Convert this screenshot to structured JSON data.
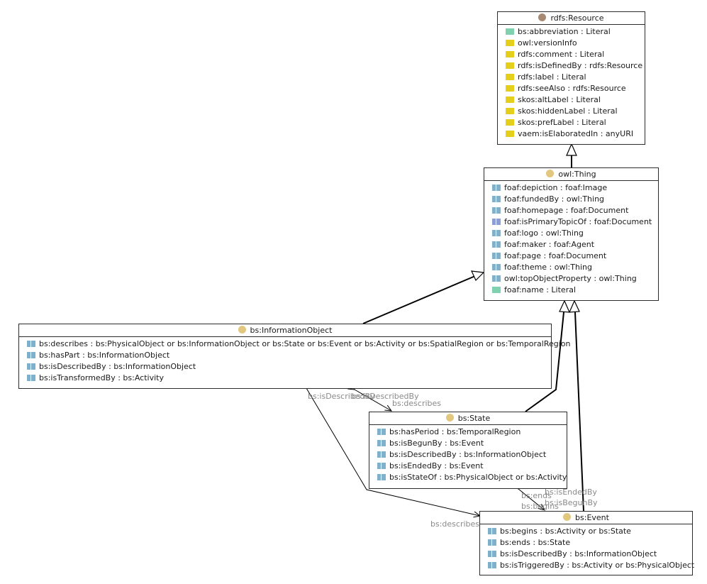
{
  "colors": {
    "class_dot": "#e2c77f",
    "resource_dot": "#a88a73",
    "object_property": "#7fb0cc",
    "datatype_property": "#7fd1b0",
    "annotation_property": "#e3cf1c",
    "inverse_functional_property": "#8d9ed6",
    "line": "#000000",
    "label": "#8a8a8a"
  },
  "classes": {
    "resource": {
      "title": "rdfs:Resource",
      "properties": [
        {
          "text": "bs:abbreviation : Literal",
          "kind": "datatype_property"
        },
        {
          "text": "owl:versionInfo",
          "kind": "annotation_property"
        },
        {
          "text": "rdfs:comment : Literal",
          "kind": "annotation_property"
        },
        {
          "text": "rdfs:isDefinedBy : rdfs:Resource",
          "kind": "annotation_property"
        },
        {
          "text": "rdfs:label : Literal",
          "kind": "annotation_property"
        },
        {
          "text": "rdfs:seeAlso : rdfs:Resource",
          "kind": "annotation_property"
        },
        {
          "text": "skos:altLabel : Literal",
          "kind": "annotation_property"
        },
        {
          "text": "skos:hiddenLabel : Literal",
          "kind": "annotation_property"
        },
        {
          "text": "skos:prefLabel : Literal",
          "kind": "annotation_property"
        },
        {
          "text": "vaem:isElaboratedIn : anyURI",
          "kind": "annotation_property"
        }
      ]
    },
    "thing": {
      "title": "owl:Thing",
      "properties": [
        {
          "text": "foaf:depiction : foaf:Image",
          "kind": "object_property"
        },
        {
          "text": "foaf:fundedBy : owl:Thing",
          "kind": "object_property"
        },
        {
          "text": "foaf:homepage : foaf:Document",
          "kind": "object_property"
        },
        {
          "text": "foaf:isPrimaryTopicOf : foaf:Document",
          "kind": "inverse_functional_property"
        },
        {
          "text": "foaf:logo : owl:Thing",
          "kind": "object_property"
        },
        {
          "text": "foaf:maker : foaf:Agent",
          "kind": "object_property"
        },
        {
          "text": "foaf:page : foaf:Document",
          "kind": "object_property"
        },
        {
          "text": "foaf:theme : owl:Thing",
          "kind": "object_property"
        },
        {
          "text": "owl:topObjectProperty : owl:Thing",
          "kind": "object_property"
        },
        {
          "text": "foaf:name : Literal",
          "kind": "datatype_property"
        }
      ]
    },
    "information_object": {
      "title": "bs:InformationObject",
      "properties": [
        {
          "text": "bs:describes : bs:PhysicalObject or bs:InformationObject or bs:State or bs:Event or bs:Activity or bs:SpatialRegion or bs:TemporalRegion",
          "kind": "object_property"
        },
        {
          "text": "bs:hasPart : bs:InformationObject",
          "kind": "object_property"
        },
        {
          "text": "bs:isDescribedBy : bs:InformationObject",
          "kind": "object_property"
        },
        {
          "text": "bs:isTransformedBy : bs:Activity",
          "kind": "object_property"
        }
      ]
    },
    "state": {
      "title": "bs:State",
      "properties": [
        {
          "text": "bs:hasPeriod : bs:TemporalRegion",
          "kind": "object_property"
        },
        {
          "text": "bs:isBegunBy : bs:Event",
          "kind": "object_property"
        },
        {
          "text": "bs:isDescribedBy : bs:InformationObject",
          "kind": "object_property"
        },
        {
          "text": "bs:isEndedBy : bs:Event",
          "kind": "object_property"
        },
        {
          "text": "bs:isStateOf : bs:PhysicalObject or bs:Activity",
          "kind": "object_property"
        }
      ]
    },
    "event": {
      "title": "bs:Event",
      "properties": [
        {
          "text": "bs:begins : bs:Activity or bs:State",
          "kind": "object_property"
        },
        {
          "text": "bs:ends : bs:State",
          "kind": "object_property"
        },
        {
          "text": "bs:isDescribedBy : bs:InformationObject",
          "kind": "object_property"
        },
        {
          "text": "bs:isTriggeredBy : bs:Activity or bs:PhysicalObject",
          "kind": "object_property"
        }
      ]
    }
  },
  "edge_labels": {
    "io_isdescribedby": "bs:isDescribedBy",
    "state_isdescribedby": "bs:isDescribedBy",
    "io_describes_state": "bs:describes",
    "state_isendedby": "bs:isEndedBy",
    "state_isbegunby": "bs:isBegunBy",
    "event_ends": "bs:ends",
    "event_begins": "bs:begins",
    "io_describes_event": "bs:describes"
  }
}
